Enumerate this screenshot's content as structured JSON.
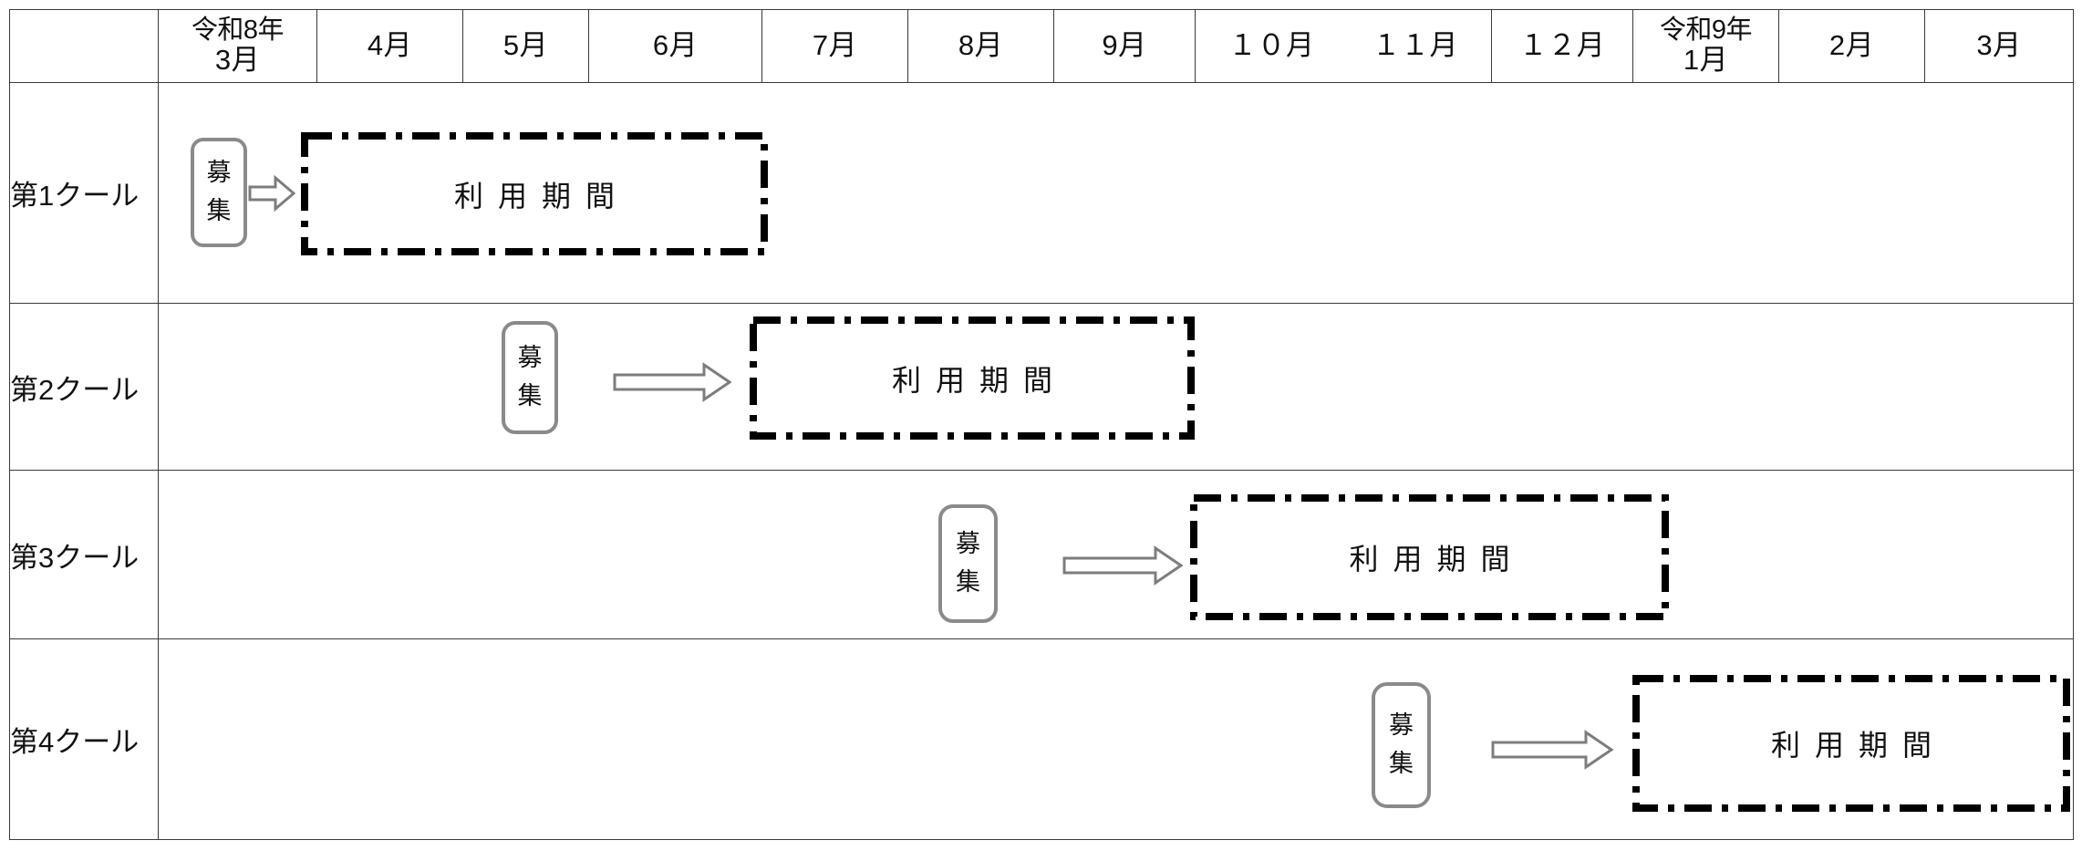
{
  "chart_data": {
    "type": "table",
    "title": "",
    "columns": [
      {
        "key": "label",
        "label": "",
        "span": 1
      },
      {
        "key": "m2026_03",
        "label": "3月",
        "year_label": "令和8年",
        "span": 1
      },
      {
        "key": "m2026_04",
        "label": "4月",
        "span": 1
      },
      {
        "key": "m2026_05",
        "label": "5月",
        "span": 1
      },
      {
        "key": "m2026_06",
        "label": "6月",
        "span": 1
      },
      {
        "key": "m2026_07",
        "label": "7月",
        "span": 1
      },
      {
        "key": "m2026_08",
        "label": "8月",
        "span": 1
      },
      {
        "key": "m2026_09",
        "label": "9月",
        "span": 1
      },
      {
        "key": "m2026_10_11",
        "label": "１０月　　１１月",
        "span": 2
      },
      {
        "key": "m2026_12",
        "label": "１２月",
        "span": 1
      },
      {
        "key": "m2027_01",
        "label": "1月",
        "year_label": "令和9年",
        "span": 1
      },
      {
        "key": "m2027_02",
        "label": "2月",
        "span": 1
      },
      {
        "key": "m2027_03",
        "label": "3月",
        "span": 1
      }
    ],
    "rows": [
      {
        "label": "第1クール",
        "recruit": {
          "text_lines": [
            "募",
            "集"
          ],
          "start_month": "令和8年3月",
          "end_month": "令和8年3月"
        },
        "period": {
          "text": "利用期間",
          "start_month": "令和8年4月",
          "end_month": "令和8年6月"
        }
      },
      {
        "label": "第2クール",
        "recruit": {
          "text_lines": [
            "募",
            "集"
          ],
          "start_month": "令和8年5月",
          "end_month": "令和8年5月"
        },
        "period": {
          "text": "利用期間",
          "start_month": "令和8年7月",
          "end_month": "令和8年9月"
        }
      },
      {
        "label": "第3クール",
        "recruit": {
          "text_lines": [
            "募",
            "集"
          ],
          "start_month": "令和8年8月",
          "end_month": "令和8年8月"
        },
        "period": {
          "text": "利用期間",
          "start_month": "令和8年10月",
          "end_month": "令和8年12月"
        }
      },
      {
        "label": "第4クール",
        "recruit": {
          "text_lines": [
            "募",
            "集"
          ],
          "start_month": "令和8年11月",
          "end_month": "令和8年11月"
        },
        "period": {
          "text": "利用期間",
          "start_month": "令和9年1月",
          "end_month": "令和9年3月"
        }
      }
    ],
    "legend": [],
    "colors": {
      "grid_line": "#3a3a3a",
      "recruit_border": "#8a8a8a",
      "arrow_border": "#7a7a7a",
      "arrow_fill": "#ffffff",
      "period_border": "#000000",
      "text": "#111111",
      "background": "#ffffff"
    },
    "notes": "Gantt-style schedule: each of 4 cohorts (クール) has a 募集 (recruitment) box, an arrow, and a dash-dot 利用期間 (usage period) bar."
  }
}
